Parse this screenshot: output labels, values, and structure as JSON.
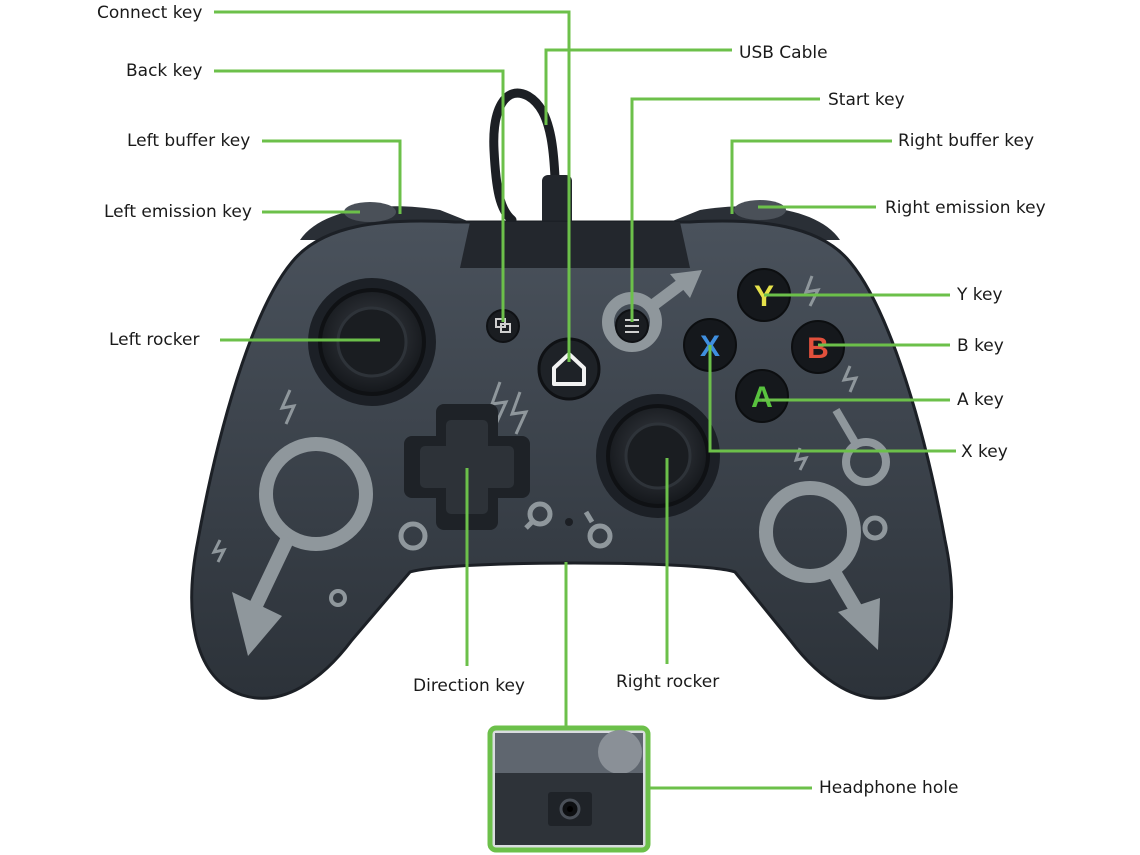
{
  "colors": {
    "leader": "#6cc04a",
    "body": "#3a414b",
    "body_dark": "#262b32",
    "print": "#8f979c",
    "y_button": "#e6e24a",
    "b_button": "#e2503c",
    "a_button": "#58c23e",
    "x_button": "#3f8fdf"
  },
  "buttons": {
    "y": "Y",
    "b": "B",
    "a": "A",
    "x": "X"
  },
  "labels": {
    "connect_key": "Connect key",
    "usb_cable": "USB Cable",
    "back_key": "Back key",
    "start_key": "Start key",
    "left_buffer_key": "Left buffer key",
    "right_buffer_key": "Right buffer key",
    "left_emission_key": "Left emission key",
    "right_emission_key": "Right emission key",
    "left_rocker": "Left rocker",
    "y_key": "Y key",
    "b_key": "B key",
    "a_key": "A key",
    "x_key": "X key",
    "direction_key": "Direction key",
    "right_rocker": "Right rocker",
    "headphone_hole": "Headphone hole"
  },
  "icons": [
    "home-icon",
    "view-icon",
    "menu-icon",
    "lightning-icon",
    "male-symbol-icon"
  ]
}
